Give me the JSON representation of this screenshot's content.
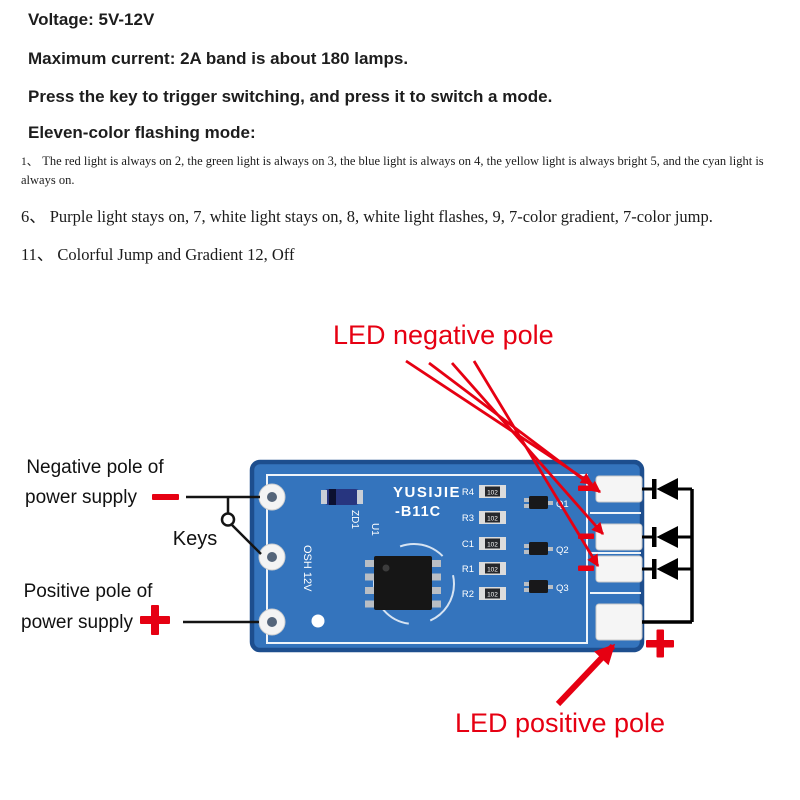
{
  "specs": {
    "voltage": "Voltage: 5V-12V",
    "current": "Maximum current: 2A band is about 180 lamps.",
    "key_press": "Press the key to trigger switching, and press it to switch a mode.",
    "mode_title": "Eleven-color flashing mode:",
    "items": [
      {
        "num": "1、",
        "text": "The red light is always on 2, the green light is always on 3, the blue light is always on 4, the yellow light is always bright 5, and the cyan light is always on."
      },
      {
        "num": "6、",
        "text": "Purple light stays on, 7, white light stays on, 8, white light flashes, 9, 7-color gradient, 7-color jump."
      },
      {
        "num": "11、",
        "text": "Colorful Jump and Gradient 12, Off"
      }
    ]
  },
  "annotations": {
    "led_negative": "LED negative pole",
    "led_positive": "LED positive pole",
    "neg_line1": "Negative pole of",
    "neg_line2": "power supply",
    "pos_line1": "Positive pole of",
    "pos_line2": "power supply",
    "keys": "Keys"
  },
  "board": {
    "brand_line1": "YUSIJIE",
    "brand_line2": "-B11C",
    "marking_vertical": "OSH 12V",
    "resistor_code": "102",
    "refs": {
      "zd1": "ZD1",
      "u1": "U1",
      "c1": "C1",
      "r1": "R1",
      "r2": "R2",
      "r3": "R3",
      "r4": "R4",
      "q1": "Q1",
      "q2": "Q2",
      "q3": "Q3"
    }
  },
  "colors": {
    "annotation_red": "#e60012",
    "board_blue": "#3474bd",
    "board_edge": "#1d4e8e",
    "silkscreen": "#ffffff"
  }
}
